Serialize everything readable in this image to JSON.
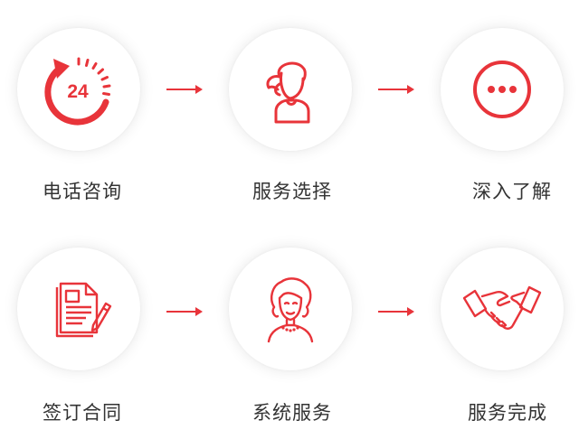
{
  "accent_color": "#e8343a",
  "steps": [
    {
      "label": "电话咨询",
      "icon": "phone-24h-icon"
    },
    {
      "label": "服务选择",
      "icon": "customer-service-person-icon"
    },
    {
      "label": "深入了解",
      "icon": "chat-dots-icon"
    },
    {
      "label": "签订合同",
      "icon": "contract-document-icon"
    },
    {
      "label": "系统服务",
      "icon": "service-woman-icon"
    },
    {
      "label": "服务完成",
      "icon": "handshake-icon"
    }
  ],
  "arrow_icon": "arrow-right-icon",
  "phone_icon_text": "24"
}
